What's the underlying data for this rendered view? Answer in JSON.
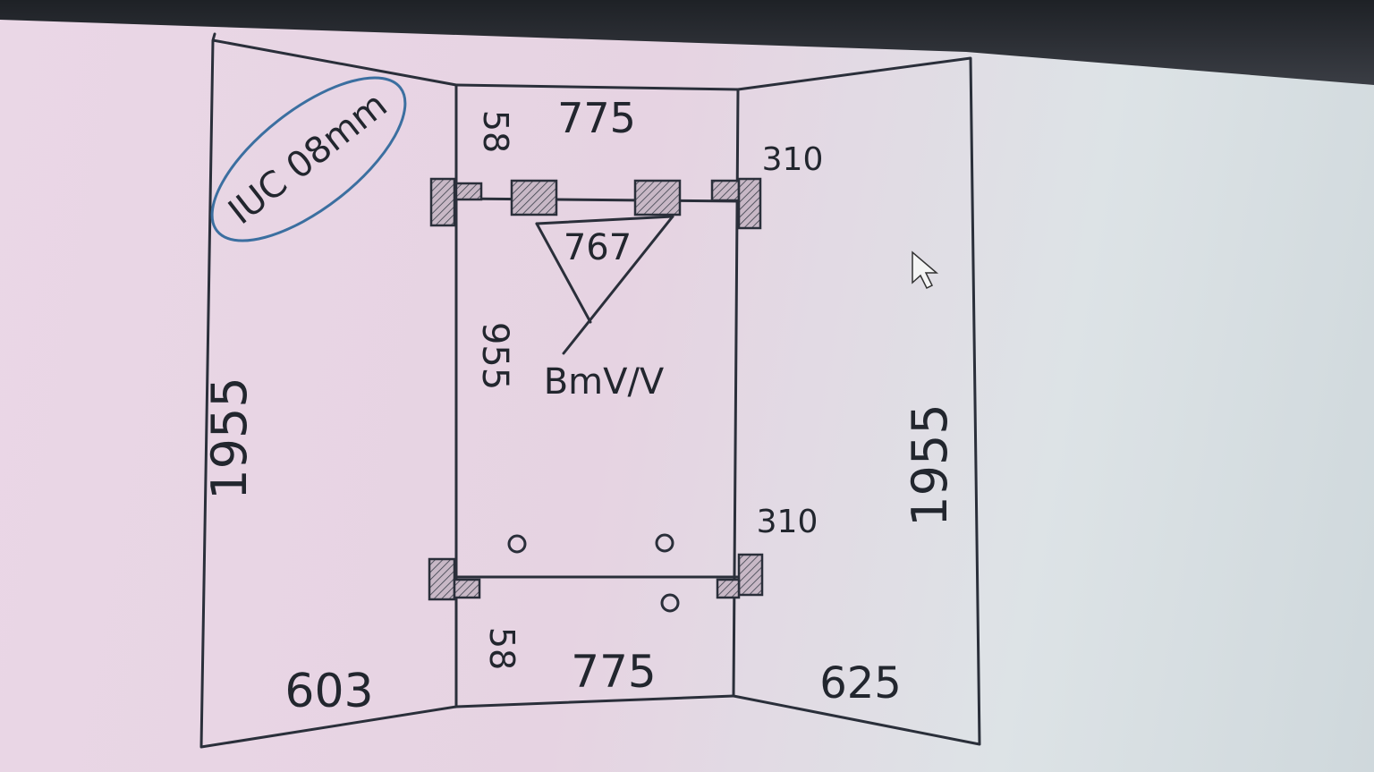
{
  "diagram": {
    "badge_text": "IUC 08mm",
    "center_label": "BmV/V",
    "top_width": "775",
    "bottom_width": "775",
    "top_left_offset": "58",
    "bottom_left_offset": "58",
    "top_right_offset": "310",
    "bottom_right_offset": "310",
    "triangle_label": "767",
    "center_height": "955",
    "left_height": "1955",
    "right_height": "1955",
    "left_bottom_width": "603",
    "right_bottom_width": "625"
  },
  "colors": {
    "ink": "#2a2f3a",
    "paper": "#e8d6e4",
    "badge": "#3b6fa0"
  },
  "icons": {
    "pointer": "cursor-arrow-icon"
  }
}
